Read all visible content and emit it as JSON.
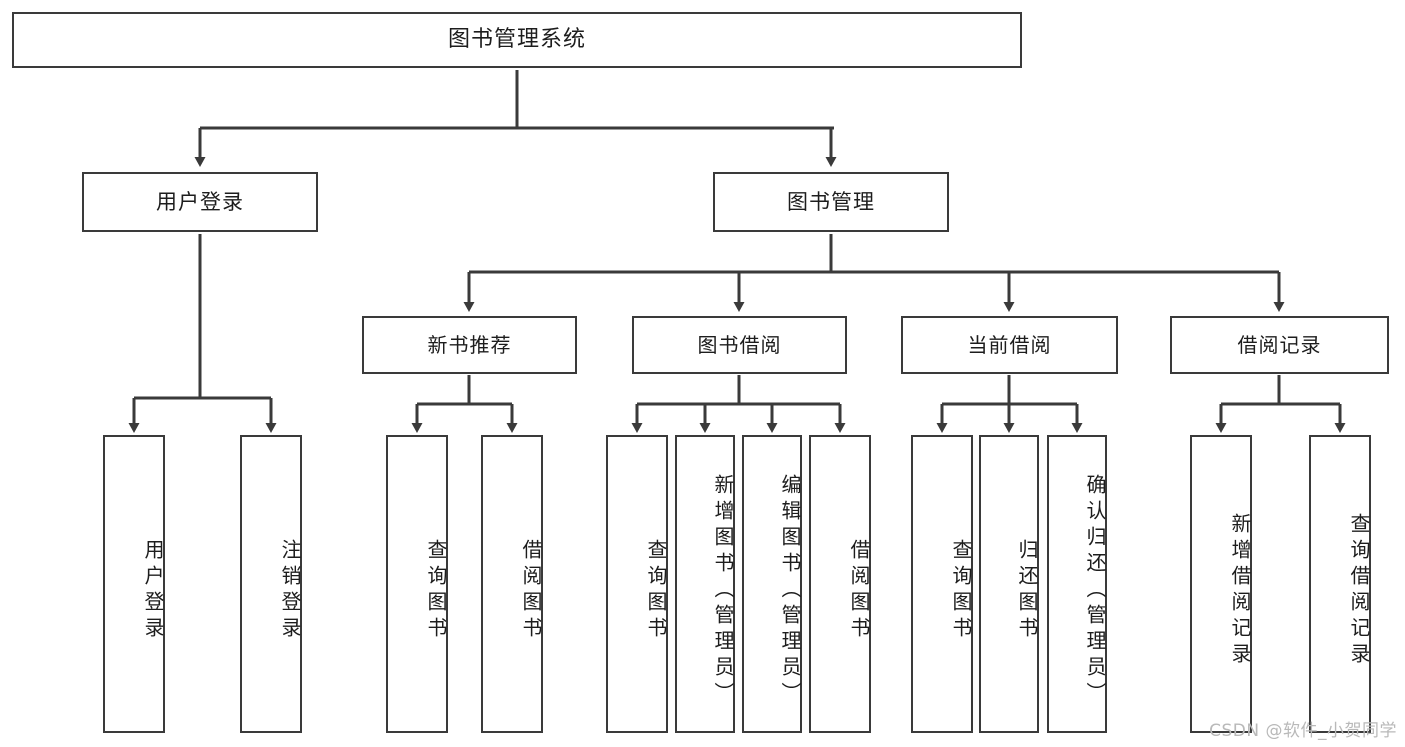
{
  "diagram": {
    "title": "图书管理系统",
    "type": "tree",
    "orientation": "top-down",
    "line_color": "#3a3a3a",
    "box_fill": "#ffffff",
    "text_color": "#1d1d1d"
  },
  "nodes": {
    "root": {
      "label": "图书管理系统"
    },
    "level2": [
      {
        "id": "user-login",
        "label": "用户登录"
      },
      {
        "id": "book-manage",
        "label": "图书管理"
      }
    ],
    "level3": [
      {
        "id": "new-book-recommend",
        "label": "新书推荐"
      },
      {
        "id": "book-borrow",
        "label": "图书借阅"
      },
      {
        "id": "current-borrow",
        "label": "当前借阅"
      },
      {
        "id": "borrow-record",
        "label": "借阅记录"
      }
    ],
    "leaves": {
      "user_login": [
        {
          "id": "leaf-user-login",
          "label": "用户登录"
        },
        {
          "id": "leaf-logout-login",
          "label": "注销登录"
        }
      ],
      "new_book_recommend": [
        {
          "id": "leaf-query-book-1",
          "label": "查询图书"
        },
        {
          "id": "leaf-borrow-book-1",
          "label": "借阅图书"
        }
      ],
      "book_borrow": [
        {
          "id": "leaf-query-book-2",
          "label": "查询图书"
        },
        {
          "id": "leaf-add-book",
          "label": "新增图书（管理员）"
        },
        {
          "id": "leaf-edit-book",
          "label": "编辑图书（管理员）"
        },
        {
          "id": "leaf-borrow-book-2",
          "label": "借阅图书"
        }
      ],
      "current_borrow": [
        {
          "id": "leaf-query-book-3",
          "label": "查询图书"
        },
        {
          "id": "leaf-return-book",
          "label": "归还图书"
        },
        {
          "id": "leaf-confirm-return",
          "label": "确认归还（管理员）"
        }
      ],
      "borrow_record": [
        {
          "id": "leaf-add-record",
          "label": "新增借阅记录"
        },
        {
          "id": "leaf-query-record",
          "label": "查询借阅记录"
        }
      ]
    }
  },
  "watermark": {
    "text": "CSDN @软件_小贺同学"
  }
}
